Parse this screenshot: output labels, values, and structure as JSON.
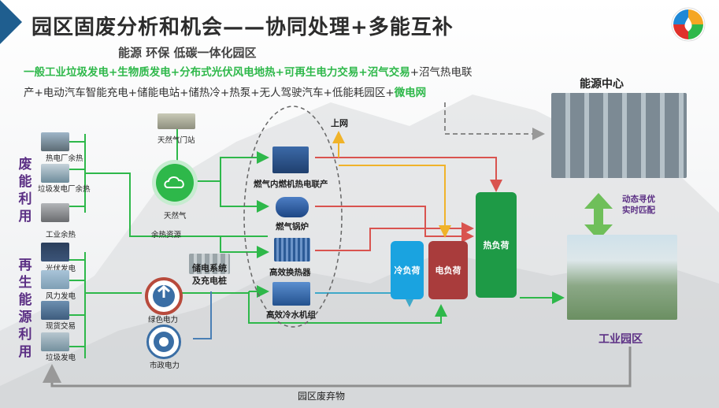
{
  "title": "园区固废分析和机会——协同处理+多能互补",
  "subtitle": "能源  环保  低碳一体化园区",
  "desc_line1": [
    {
      "text": "一般工业垃圾发电+生物质发电+分布式光伏风电地热+可再生电力交易+沼气交易",
      "style": "g"
    },
    {
      "text": "+沼气热电联",
      "style": "k"
    }
  ],
  "desc_line2": [
    {
      "text": "产+电动汽车智能充电+储能电站+储热冷+热泵+无人驾驶汽车+低能耗园区+",
      "style": "k"
    },
    {
      "text": "微电网",
      "style": "g"
    }
  ],
  "left_group1": {
    "label": "废能利用",
    "items": [
      "热电厂余热",
      "垃圾发电厂余热",
      "工业余热"
    ]
  },
  "left_group2": {
    "label": "再生能源利用",
    "items": [
      "光伏发电",
      "风力发电",
      "现货交易",
      "垃圾发电"
    ]
  },
  "nodes": {
    "gas_station": "天然气门站",
    "natural_gas": "天然气",
    "waste_heat": "余热资源",
    "green_power": "绿色电力",
    "grid_power": "市政电力",
    "storage": "储电系统\n及充电桩",
    "chp": "燃气内燃机热电联产",
    "boiler": "燃气锅炉",
    "heat_exchanger": "高效换热器",
    "chiller": "高效冷水机组",
    "grid_up": "上网",
    "cold_load": "冷负荷",
    "elec_load": "电负荷",
    "heat_load": "热负荷",
    "energy_center": "能源中心",
    "dynamic_match": "动态寻优\n实时匹配",
    "industrial_park": "工业园区",
    "park_waste": "园区废弃物"
  },
  "colors": {
    "green": "#2eb84a",
    "red": "#d9534f",
    "orange": "#f0b32a",
    "cyan": "#3fa9c9",
    "blue_line": "#4a7fb5",
    "purple": "#5b2f84",
    "cold_bar": "#1aa3e0",
    "elec_bar": "#a93c3c",
    "heat_bar": "#1e9a46"
  }
}
